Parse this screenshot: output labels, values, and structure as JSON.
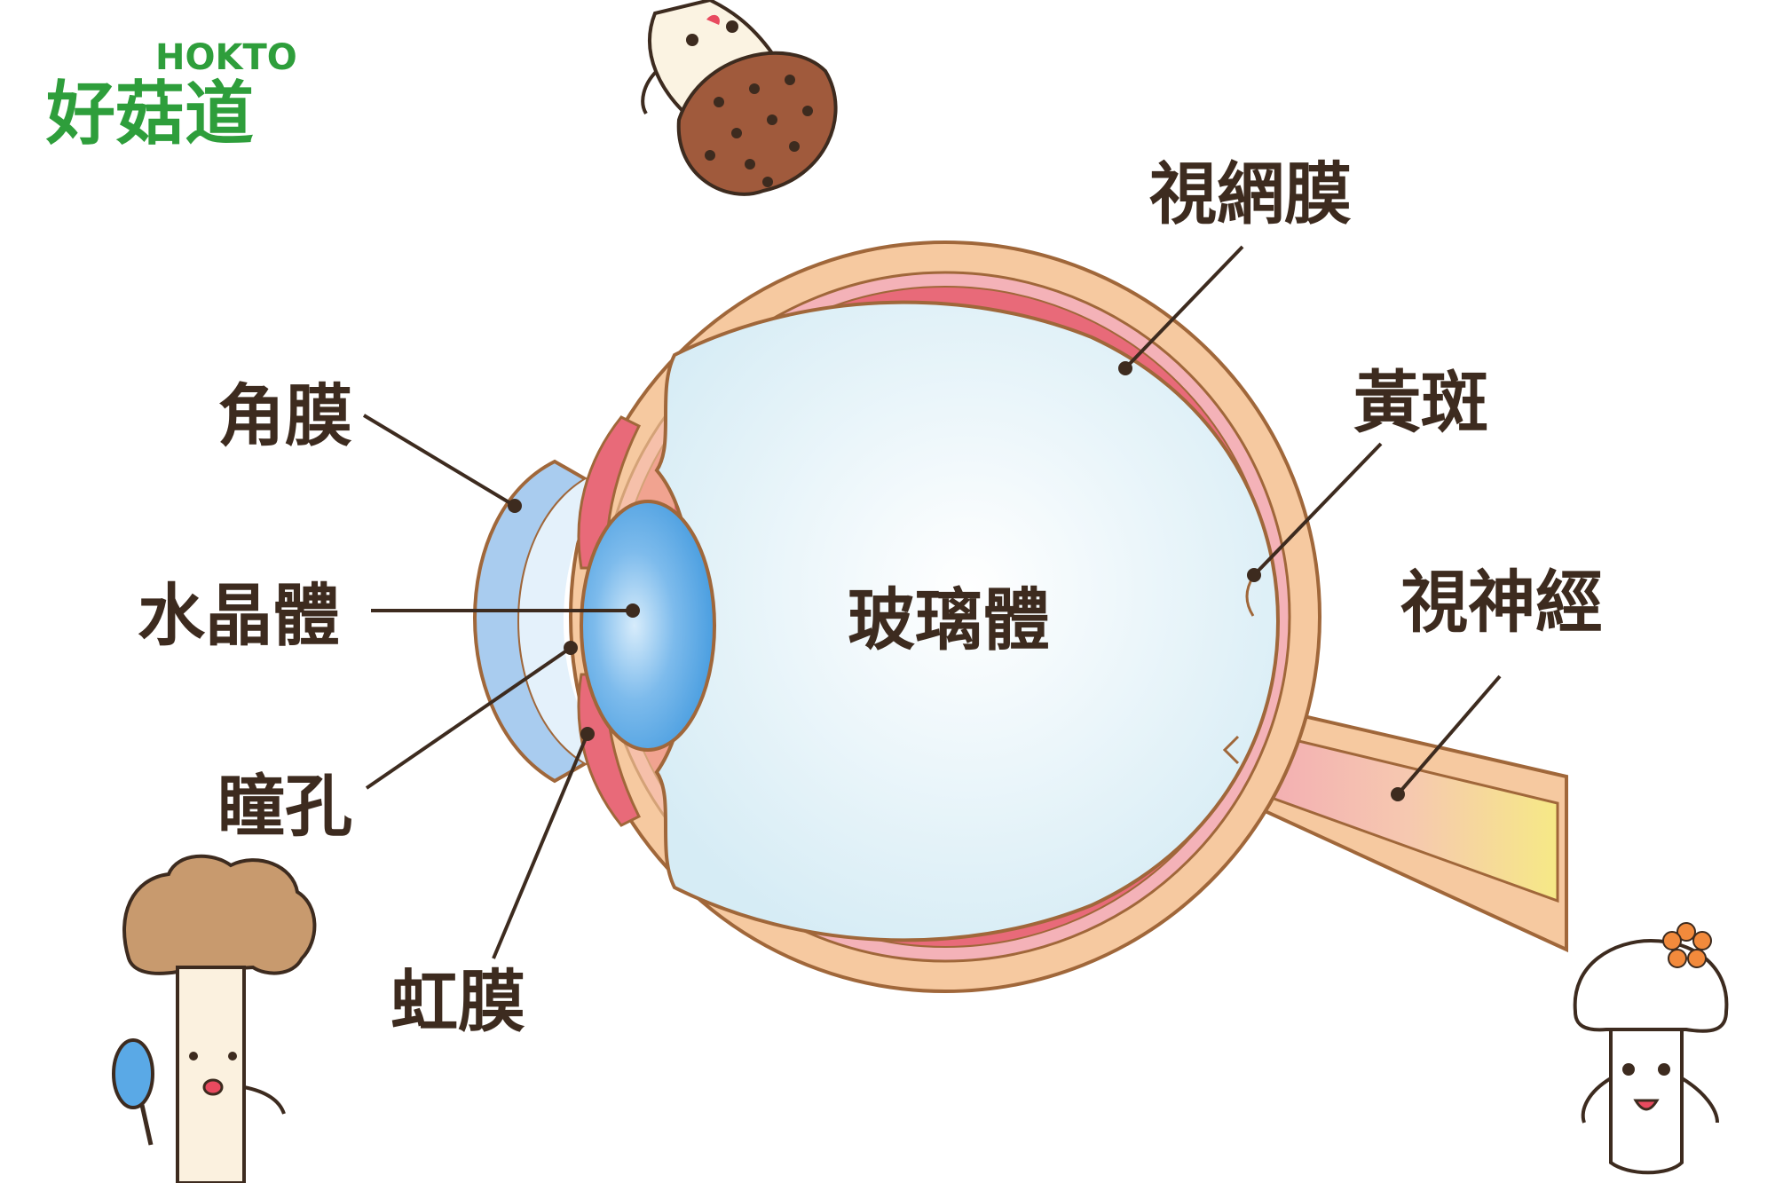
{
  "brand": {
    "sub": "HOKTO",
    "main": "好菇道",
    "color": "#2e9e3b"
  },
  "labels": {
    "retina": "視網膜",
    "cornea": "角膜",
    "macula": "黃斑",
    "lens": "水晶體",
    "vitreous": "玻璃體",
    "optic_nerve": "視神經",
    "pupil": "瞳孔",
    "iris": "虹膜"
  },
  "colors": {
    "label_text": "#3d2b1f",
    "outline": "#a0673a",
    "sclera": "#f6c9a0",
    "retina": "#e86a79",
    "lens": "#5aa9e6",
    "cornea": "#a9ccef",
    "vitreous": "#e6f4f9",
    "optic_nerve_start": "#f2a7b3",
    "optic_nerve_end": "#f6e986"
  },
  "characters": [
    "shiitake-mascot",
    "maitake-mascot",
    "bunashimeji-mascot"
  ]
}
